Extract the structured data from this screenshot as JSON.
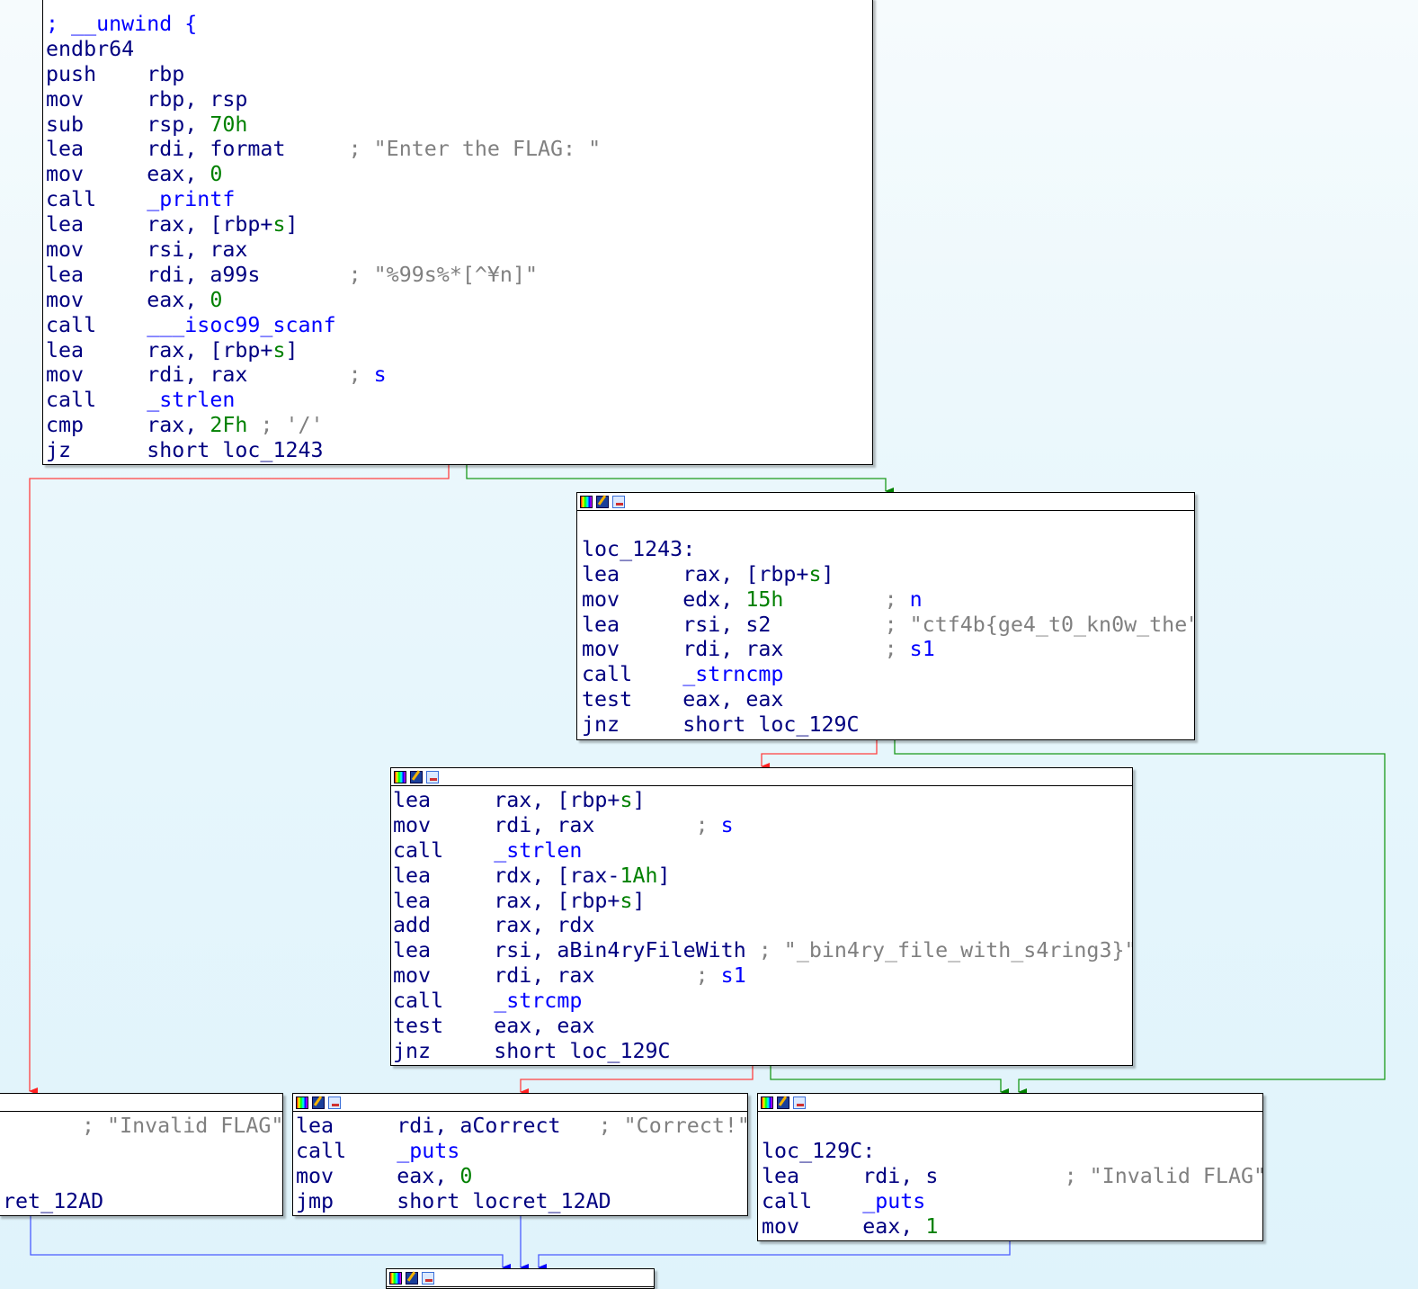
{
  "colors": {
    "n": "#000080",
    "b": "#0000ff",
    "g": "#008000",
    "y": "#808080",
    "edge_true": "#008000",
    "edge_false": "#ff0000",
    "edge_jump": "#0000ff",
    "background": "#e0f4fb"
  },
  "blocks": [
    {
      "header": false,
      "lines": [
        {
          "m": "",
          "ops": [],
          "cmt": [
            [
              "; __unwind {",
              "b"
            ]
          ],
          "raw": true
        },
        {
          "m": "endbr64",
          "ops": []
        },
        {
          "m": "push",
          "ops": [
            [
              "rbp",
              "n"
            ]
          ]
        },
        {
          "m": "mov",
          "ops": [
            [
              "rbp, rsp",
              "n"
            ]
          ]
        },
        {
          "m": "sub",
          "ops": [
            [
              "rsp, ",
              "n"
            ],
            [
              "70h",
              "g"
            ]
          ]
        },
        {
          "m": "lea",
          "ops": [
            [
              "rdi, format",
              "n"
            ]
          ],
          "cmt": [
            [
              "; \"Enter the FLAG: \"",
              "y"
            ]
          ]
        },
        {
          "m": "mov",
          "ops": [
            [
              "eax, ",
              "n"
            ],
            [
              "0",
              "g"
            ]
          ]
        },
        {
          "m": "call",
          "ops": [
            [
              "_printf",
              "b"
            ]
          ]
        },
        {
          "m": "lea",
          "ops": [
            [
              "rax, [rbp+",
              "n"
            ],
            [
              "s",
              "g"
            ],
            [
              "]",
              "n"
            ]
          ]
        },
        {
          "m": "mov",
          "ops": [
            [
              "rsi, rax",
              "n"
            ]
          ]
        },
        {
          "m": "lea",
          "ops": [
            [
              "rdi, a99s",
              "n"
            ]
          ],
          "cmt": [
            [
              "; \"%99s%*[^¥n]\"",
              "y"
            ]
          ]
        },
        {
          "m": "mov",
          "ops": [
            [
              "eax, ",
              "n"
            ],
            [
              "0",
              "g"
            ]
          ]
        },
        {
          "m": "call",
          "ops": [
            [
              "___isoc99_scanf",
              "b"
            ]
          ]
        },
        {
          "m": "lea",
          "ops": [
            [
              "rax, [rbp+",
              "n"
            ],
            [
              "s",
              "g"
            ],
            [
              "]",
              "n"
            ]
          ]
        },
        {
          "m": "mov",
          "ops": [
            [
              "rdi, rax",
              "n"
            ]
          ],
          "cmt": [
            [
              "; ",
              "y"
            ],
            [
              "s",
              "b"
            ]
          ]
        },
        {
          "m": "call",
          "ops": [
            [
              "_strlen",
              "b"
            ]
          ]
        },
        {
          "m": "cmp",
          "ops": [
            [
              "rax, ",
              "n"
            ],
            [
              "2Fh",
              "g"
            ]
          ],
          "cmt": [
            [
              "; '/'",
              "y"
            ]
          ],
          "inline": true
        },
        {
          "m": "jz",
          "ops": [
            [
              "short loc_1243",
              "n"
            ]
          ]
        }
      ]
    },
    {
      "header": true,
      "lines": [
        {
          "m": "",
          "ops": []
        },
        {
          "label": "loc_1243:"
        },
        {
          "m": "lea",
          "ops": [
            [
              "rax, [rbp+",
              "n"
            ],
            [
              "s",
              "g"
            ],
            [
              "]",
              "n"
            ]
          ]
        },
        {
          "m": "mov",
          "ops": [
            [
              "edx, ",
              "n"
            ],
            [
              "15h",
              "g"
            ]
          ],
          "cmt": [
            [
              "; ",
              "y"
            ],
            [
              "n",
              "b"
            ]
          ]
        },
        {
          "m": "lea",
          "ops": [
            [
              "rsi, s2",
              "n"
            ]
          ],
          "cmt": [
            [
              "; \"ctf4b{ge4_t0_kn0w_the\"",
              "y"
            ]
          ]
        },
        {
          "m": "mov",
          "ops": [
            [
              "rdi, rax",
              "n"
            ]
          ],
          "cmt": [
            [
              "; ",
              "y"
            ],
            [
              "s1",
              "b"
            ]
          ]
        },
        {
          "m": "call",
          "ops": [
            [
              "_strncmp",
              "b"
            ]
          ]
        },
        {
          "m": "test",
          "ops": [
            [
              "eax, eax",
              "n"
            ]
          ]
        },
        {
          "m": "jnz",
          "ops": [
            [
              "short loc_129C",
              "n"
            ]
          ]
        }
      ]
    },
    {
      "header": true,
      "lines": [
        {
          "m": "lea",
          "ops": [
            [
              "rax, [rbp+",
              "n"
            ],
            [
              "s",
              "g"
            ],
            [
              "]",
              "n"
            ]
          ]
        },
        {
          "m": "mov",
          "ops": [
            [
              "rdi, rax",
              "n"
            ]
          ],
          "cmt": [
            [
              "; ",
              "y"
            ],
            [
              "s",
              "b"
            ]
          ]
        },
        {
          "m": "call",
          "ops": [
            [
              "_strlen",
              "b"
            ]
          ]
        },
        {
          "m": "lea",
          "ops": [
            [
              "rdx, [rax-",
              "n"
            ],
            [
              "1Ah",
              "g"
            ],
            [
              "]",
              "n"
            ]
          ]
        },
        {
          "m": "lea",
          "ops": [
            [
              "rax, [rbp+",
              "n"
            ],
            [
              "s",
              "g"
            ],
            [
              "]",
              "n"
            ]
          ]
        },
        {
          "m": "add",
          "ops": [
            [
              "rax, rdx",
              "n"
            ]
          ]
        },
        {
          "m": "lea",
          "ops": [
            [
              "rsi, aBin4ryFileWith",
              "n"
            ]
          ],
          "cmt": [
            [
              "; \"_bin4ry_file_with_s4ring3}\"",
              "y"
            ]
          ],
          "inline": true
        },
        {
          "m": "mov",
          "ops": [
            [
              "rdi, rax",
              "n"
            ]
          ],
          "cmt": [
            [
              "; ",
              "y"
            ],
            [
              "s1",
              "b"
            ]
          ]
        },
        {
          "m": "call",
          "ops": [
            [
              "_strcmp",
              "b"
            ]
          ]
        },
        {
          "m": "test",
          "ops": [
            [
              "eax, eax",
              "n"
            ]
          ]
        },
        {
          "m": "jnz",
          "ops": [
            [
              "short loc_129C",
              "n"
            ]
          ]
        }
      ]
    },
    {
      "header": true,
      "lines": [
        {
          "m": "lea",
          "ops": [
            [
              "rdi, aCorrect",
              "n"
            ]
          ],
          "cmt": [
            [
              "; \"Correct!\"",
              "y"
            ]
          ]
        },
        {
          "m": "call",
          "ops": [
            [
              "_puts",
              "b"
            ]
          ]
        },
        {
          "m": "mov",
          "ops": [
            [
              "eax, ",
              "n"
            ],
            [
              "0",
              "g"
            ]
          ]
        },
        {
          "m": "jmp",
          "ops": [
            [
              "short locret_12AD",
              "n"
            ]
          ]
        }
      ]
    },
    {
      "header": true,
      "lines": [
        {
          "m": "",
          "ops": []
        },
        {
          "label": "loc_129C:"
        },
        {
          "m": "lea",
          "ops": [
            [
              "rdi, s",
              "n"
            ]
          ],
          "cmt": [
            [
              "; \"Invalid FLAG\"",
              "y"
            ]
          ]
        },
        {
          "m": "call",
          "ops": [
            [
              "_puts",
              "b"
            ]
          ]
        },
        {
          "m": "mov",
          "ops": [
            [
              "eax, ",
              "n"
            ],
            [
              "1",
              "g"
            ]
          ]
        }
      ]
    }
  ],
  "left_block": {
    "comment": "; \"Invalid FLAG\"",
    "tail": "ret_12AD"
  }
}
